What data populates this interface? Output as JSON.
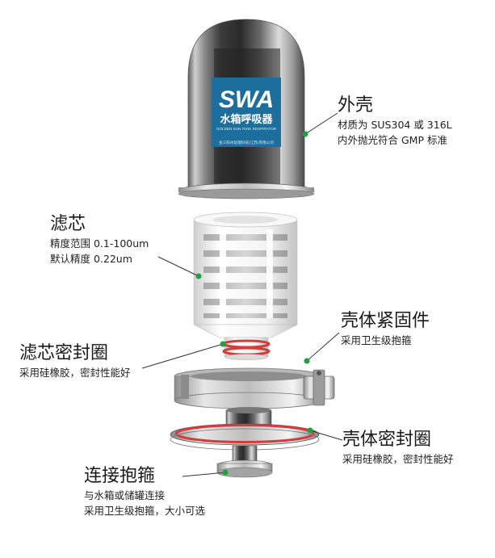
{
  "logo": {
    "brand": "SWA",
    "cn_name": "水箱呼吸器",
    "en_name": "GOLDEN SUN TANK RESPIRATOR",
    "company": "金三阳水处理科技(江苏)有限公司"
  },
  "callouts": {
    "shell": {
      "title": "外壳",
      "lines": [
        "材质为 SUS304 或 316L",
        "内外抛光符合 GMP 标准"
      ]
    },
    "filter": {
      "title": "滤芯",
      "lines": [
        "精度范围 0.1-100um",
        "默认精度 0.22um"
      ]
    },
    "filter_seal": {
      "title": "滤芯密封圈",
      "lines": [
        "采用硅橡胶，密封性能好"
      ]
    },
    "clamp": {
      "title": "壳体紧固件",
      "lines": [
        "采用卫生级抱箍"
      ]
    },
    "shell_seal": {
      "title": "壳体密封圈",
      "lines": [
        "采用硅橡胶，密封性能好"
      ]
    },
    "connector": {
      "title": "连接抱箍",
      "lines": [
        "与水箱或储罐连接",
        "采用卫生级抱箍，大小可选"
      ]
    }
  },
  "colors": {
    "leader_dot": "#1aa33a",
    "seal_red": "#d63a3a",
    "logo_bg": "#1c6e9c"
  }
}
